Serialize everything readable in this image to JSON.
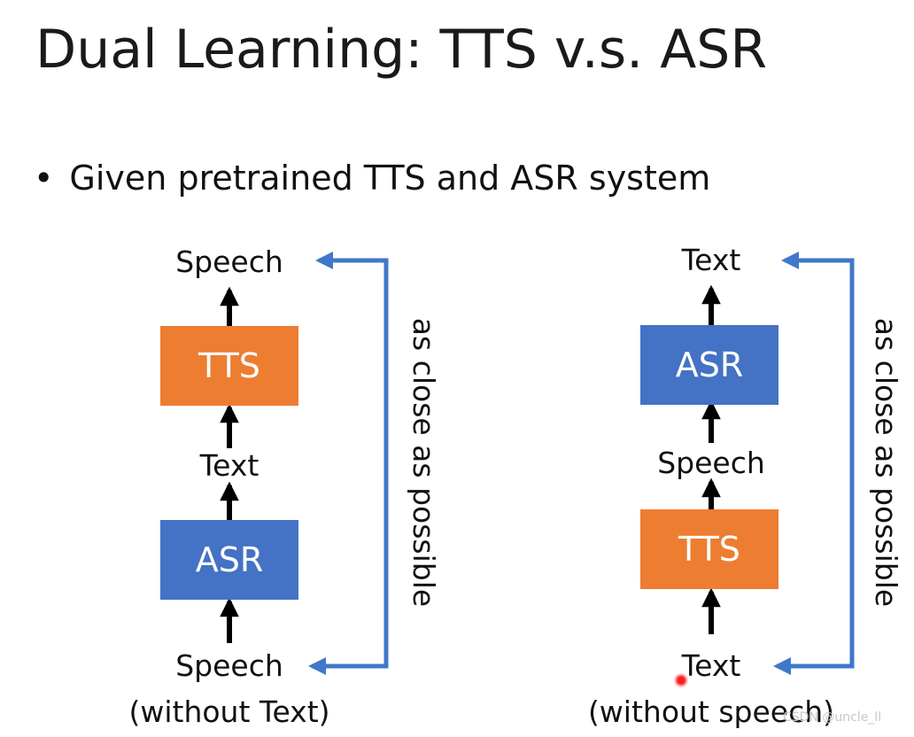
{
  "title": "Dual Learning: TTS v.s. ASR",
  "bullet": {
    "marker": "•",
    "text": "Given pretrained TTS and ASR system"
  },
  "left_diagram": {
    "top_output": "Speech",
    "upper_box": "TTS",
    "middle": "Text",
    "lower_box": "ASR",
    "bottom_input": "Speech",
    "bottom_note": "(without Text)",
    "feedback_label": "as close as possible"
  },
  "right_diagram": {
    "top_output": "Text",
    "upper_box": "ASR",
    "middle": "Speech",
    "lower_box": "TTS",
    "bottom_input": "Text",
    "bottom_note": "(without speech)",
    "feedback_label": "as close as possible"
  },
  "watermark": "CSDN @uncle_ll",
  "colors": {
    "tts_box": "#ED7D31",
    "asr_box": "#4472C4",
    "feedback_arrow": "#3F78C9",
    "flow_arrow": "#000000"
  }
}
